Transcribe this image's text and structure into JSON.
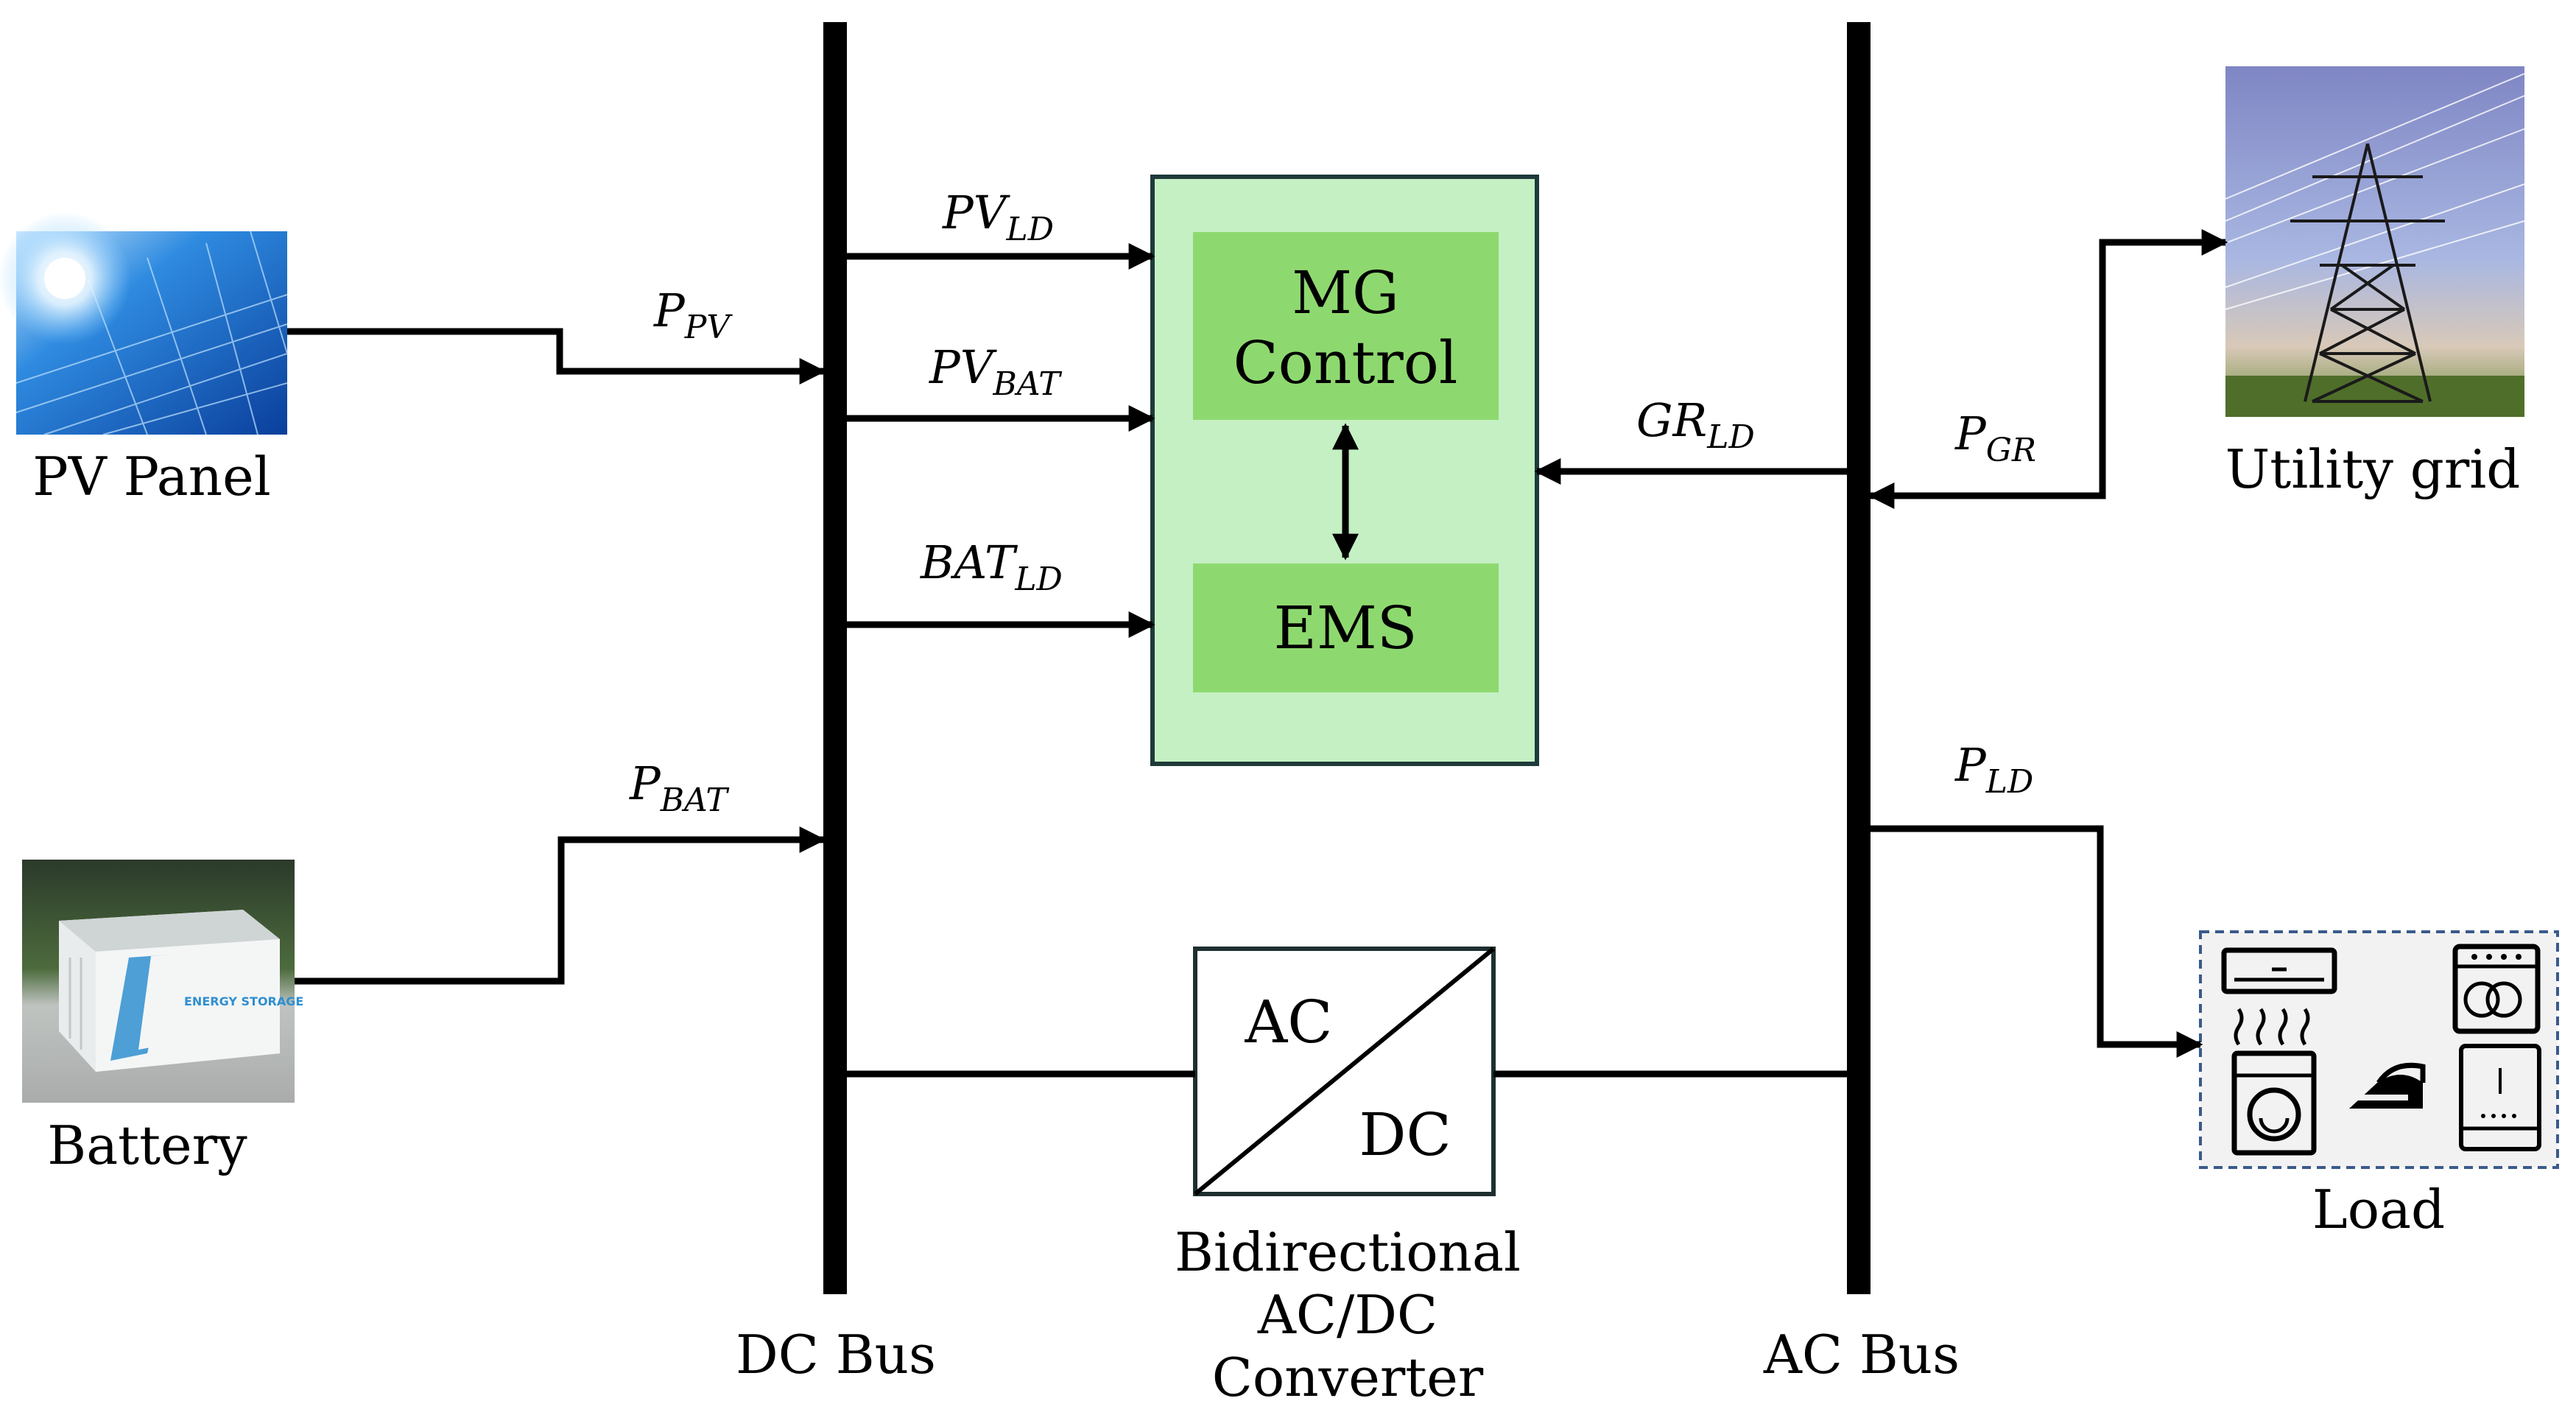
{
  "components": {
    "pv_panel": {
      "label": "PV Panel"
    },
    "battery": {
      "label": "Battery",
      "storage_text": "ENERGY STORAGE"
    },
    "utility_grid": {
      "label": "Utility grid"
    },
    "load": {
      "label": "Load"
    }
  },
  "buses": {
    "dc": {
      "label": "DC Bus"
    },
    "ac": {
      "label": "AC Bus"
    }
  },
  "control_box": {
    "mg_control": {
      "line1": "MG",
      "line2": "Control"
    },
    "ems": {
      "label": "EMS"
    }
  },
  "converter": {
    "ac_label": "AC",
    "dc_label": "DC",
    "caption_line1": "Bidirectional",
    "caption_line2": "AC/DC",
    "caption_line3": "Converter"
  },
  "flows": {
    "p_pv": {
      "main": "P",
      "sub": "PV"
    },
    "p_bat": {
      "main": "P",
      "sub": "BAT"
    },
    "pv_ld": {
      "main": "PV",
      "sub": "LD"
    },
    "pv_bat": {
      "main": "PV",
      "sub": "BAT"
    },
    "bat_ld": {
      "main": "BAT",
      "sub": "LD"
    },
    "gr_ld": {
      "main": "GR",
      "sub": "LD"
    },
    "p_gr": {
      "main": "P",
      "sub": "GR"
    },
    "p_ld": {
      "main": "P",
      "sub": "LD"
    }
  },
  "colors": {
    "control_outer": "#c4f0c4",
    "control_inner": "#8ed96f",
    "control_border": "#1f3a3a",
    "load_border": "#3a5a8c"
  }
}
